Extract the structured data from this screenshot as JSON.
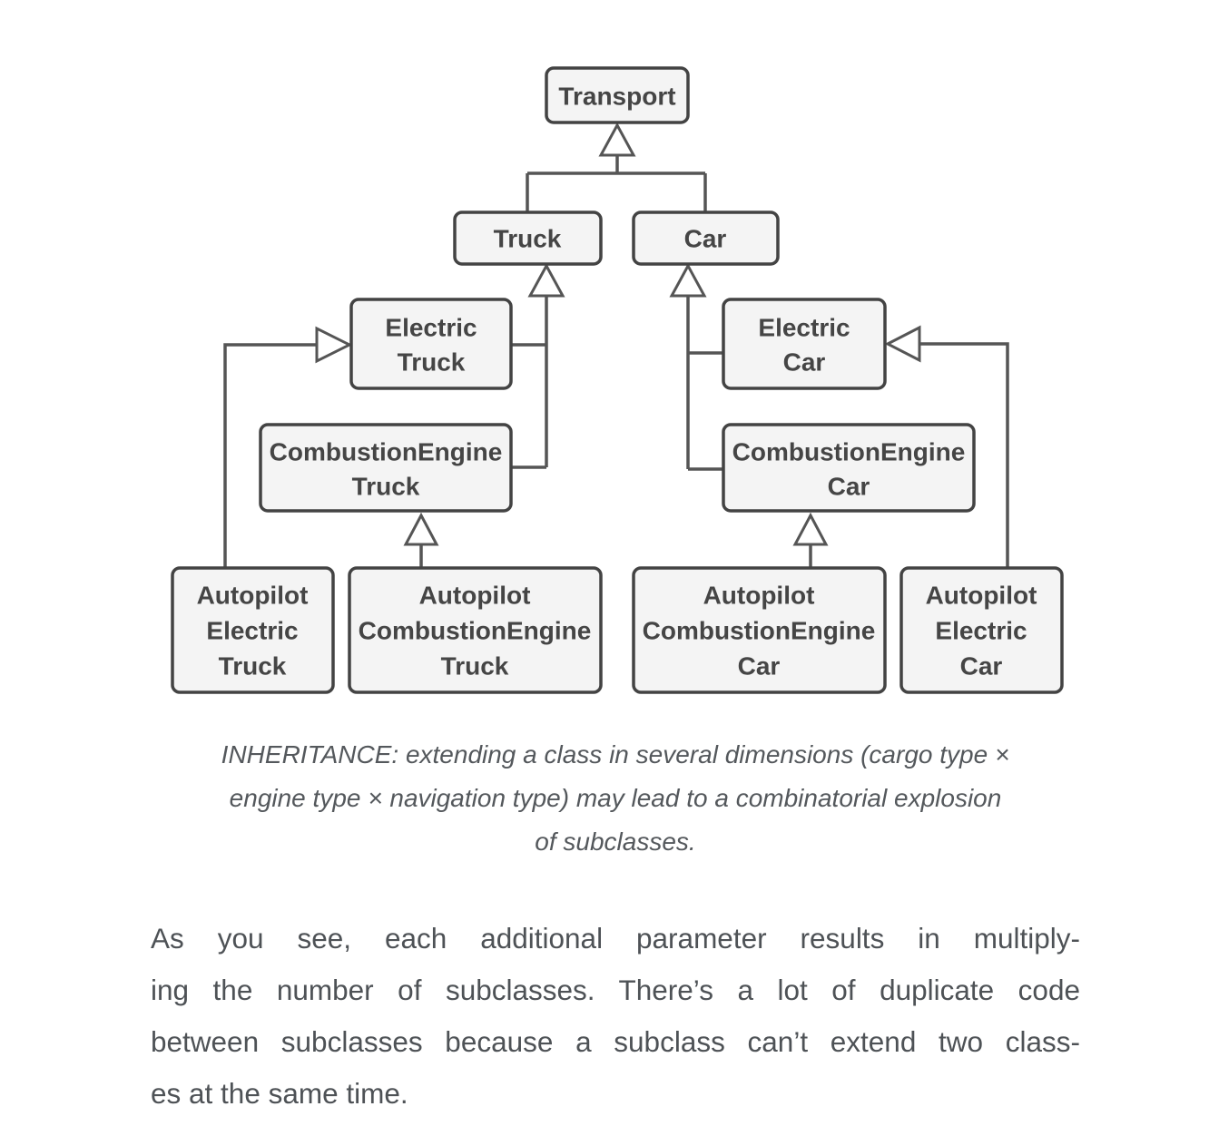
{
  "colors": {
    "box_fill": "#f4f4f4",
    "box_stroke": "#434343",
    "connector": "#555555",
    "box_label": "#454545",
    "caption_text": "#54585c",
    "body_text": "#4e5256"
  },
  "diagram": {
    "boxes": {
      "transport": {
        "lines": [
          "Transport"
        ]
      },
      "truck": {
        "lines": [
          "Truck"
        ]
      },
      "car": {
        "lines": [
          "Car"
        ]
      },
      "electric_truck": {
        "lines": [
          "Electric",
          "Truck"
        ]
      },
      "combustion_truck": {
        "lines": [
          "CombustionEngine",
          "Truck"
        ]
      },
      "electric_car": {
        "lines": [
          "Electric",
          "Car"
        ]
      },
      "combustion_car": {
        "lines": [
          "CombustionEngine",
          "Car"
        ]
      },
      "autopilot_electric_truck": {
        "lines": [
          "Autopilot",
          "Electric",
          "Truck"
        ]
      },
      "autopilot_combustion_truck": {
        "lines": [
          "Autopilot",
          "CombustionEngine",
          "Truck"
        ]
      },
      "autopilot_combustion_car": {
        "lines": [
          "Autopilot",
          "CombustionEngine",
          "Car"
        ]
      },
      "autopilot_electric_car": {
        "lines": [
          "Autopilot",
          "Electric",
          "Car"
        ]
      }
    },
    "relations": [
      {
        "child": "Truck",
        "parent": "Transport"
      },
      {
        "child": "Car",
        "parent": "Transport"
      },
      {
        "child": "Electric Truck",
        "parent": "Truck"
      },
      {
        "child": "CombustionEngine Truck",
        "parent": "Truck"
      },
      {
        "child": "Electric Car",
        "parent": "Car"
      },
      {
        "child": "CombustionEngine Car",
        "parent": "Car"
      },
      {
        "child": "Autopilot Electric Truck",
        "parent": "Electric Truck"
      },
      {
        "child": "Autopilot CombustionEngine Truck",
        "parent": "CombustionEngine Truck"
      },
      {
        "child": "Autopilot CombustionEngine Car",
        "parent": "CombustionEngine Car"
      },
      {
        "child": "Autopilot Electric Car",
        "parent": "Electric Car"
      }
    ]
  },
  "caption": {
    "lines": [
      "INHERITANCE: extending a class in several dimensions (cargo type ×",
      "engine type × navigation type) may lead to a combinatorial explosion",
      "of subclasses."
    ]
  },
  "paragraph": {
    "lines": [
      "As you see, each additional parameter results in multiply-",
      "ing the number of subclasses. There’s a lot of duplicate code",
      "between subclasses because a subclass can’t extend two class-",
      "es at the same time."
    ]
  }
}
